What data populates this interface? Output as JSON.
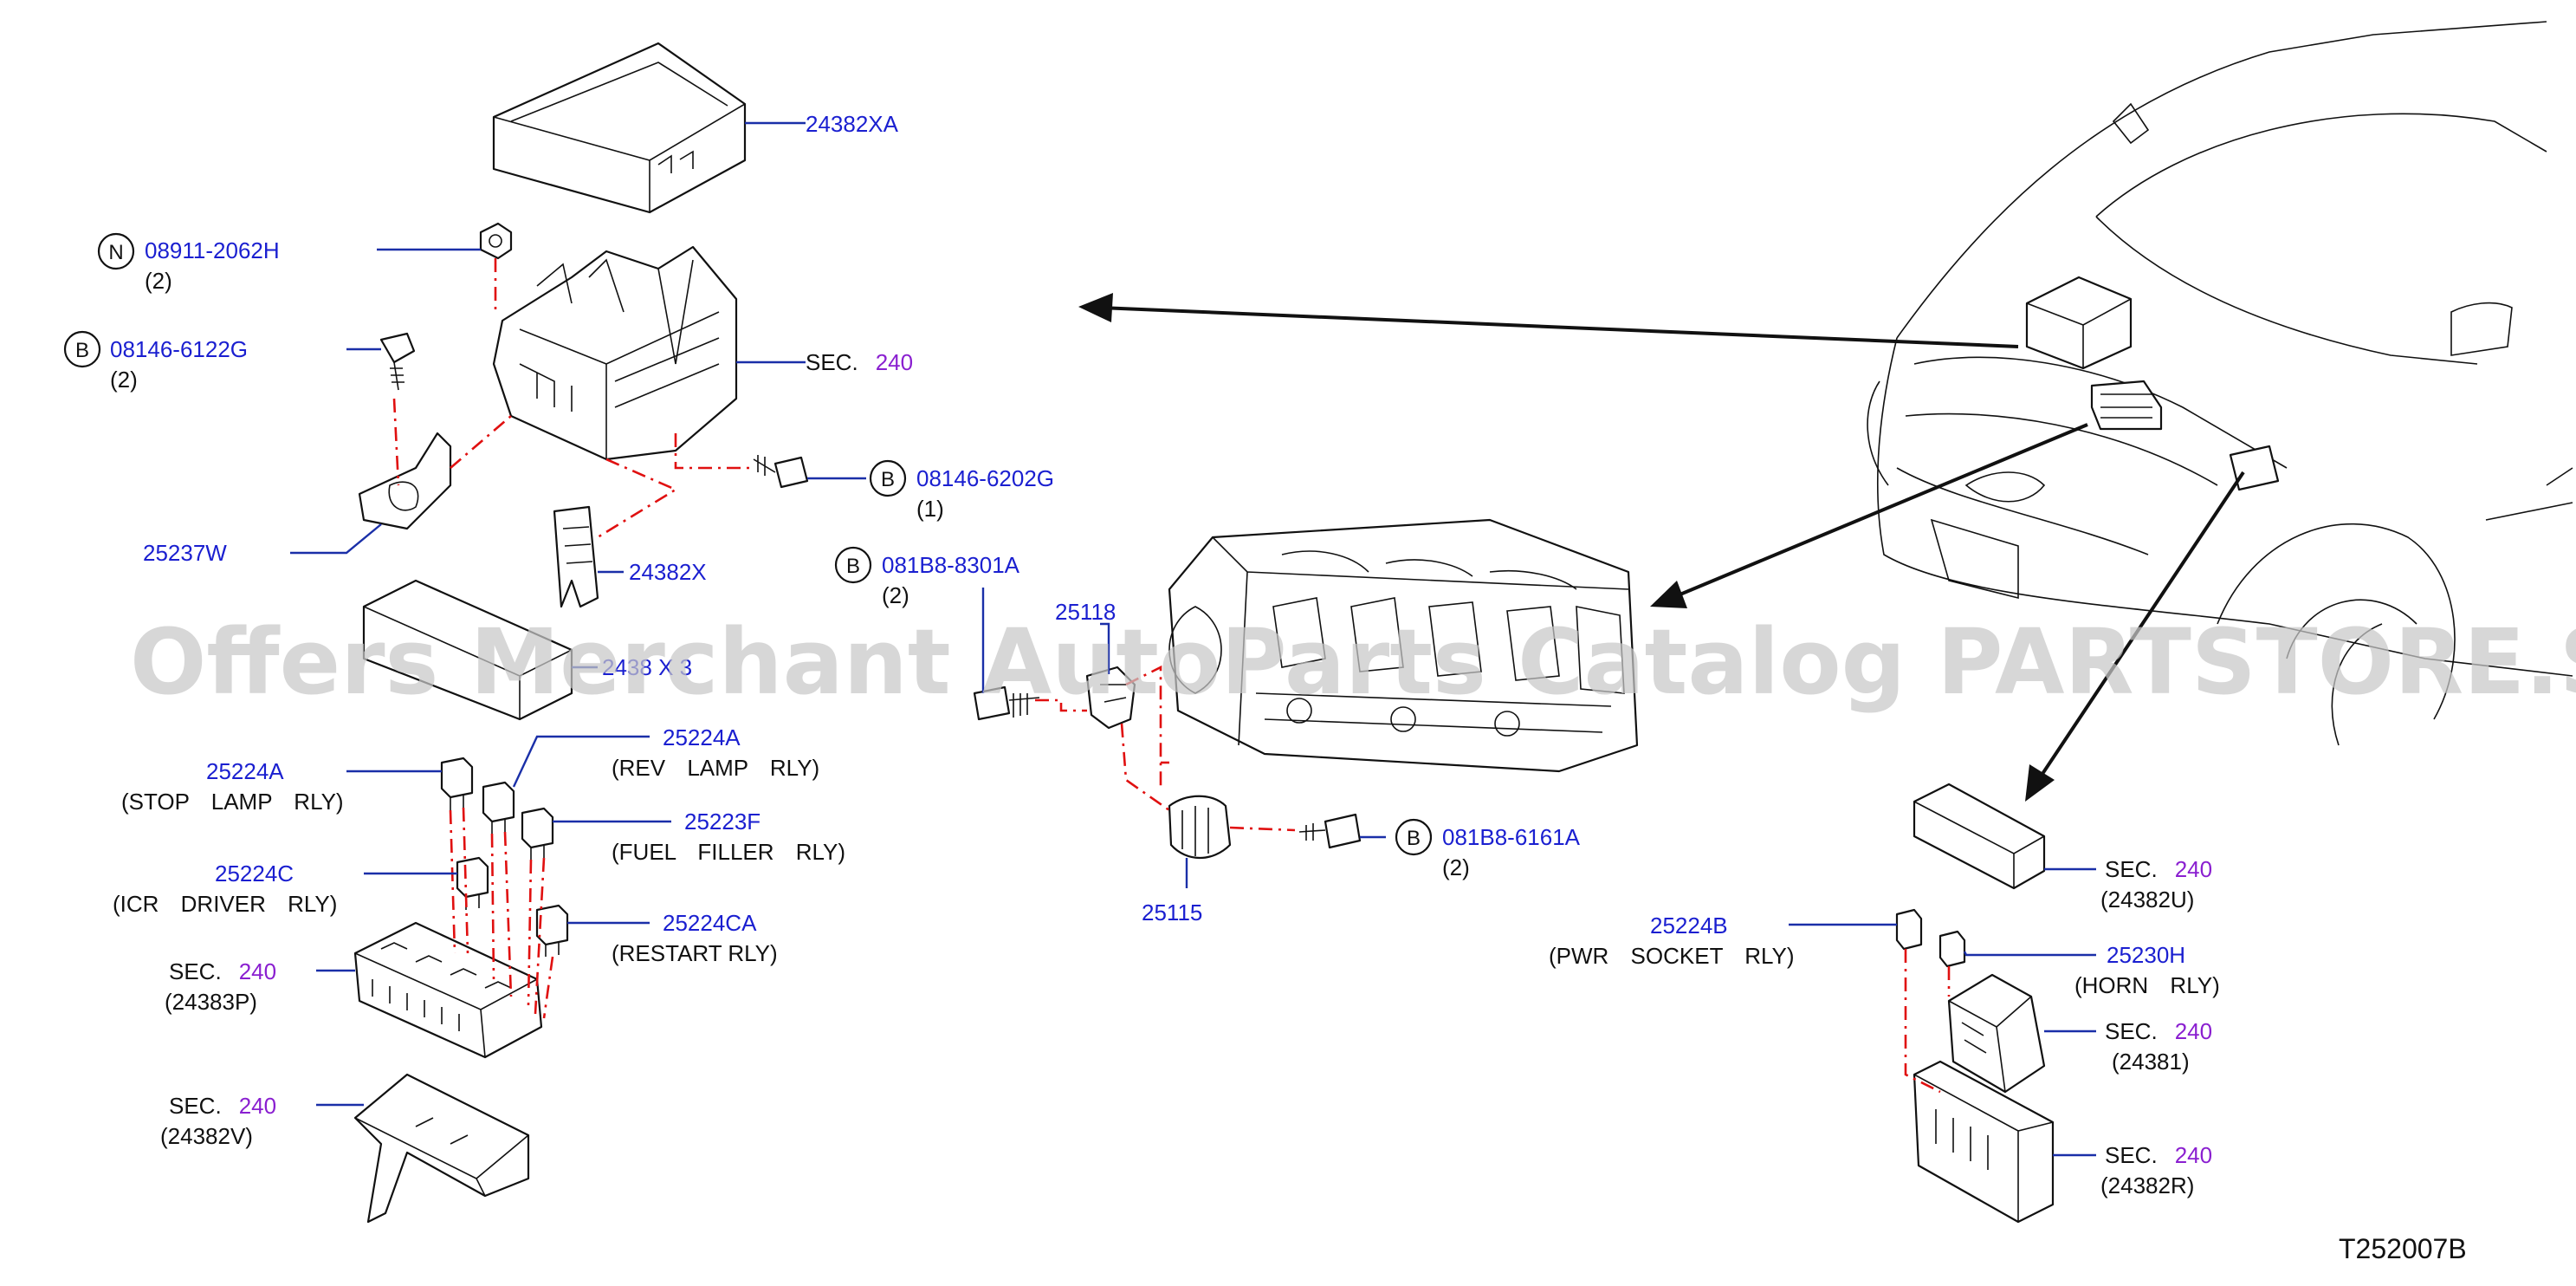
{
  "diagram_code": "T252007B",
  "watermark": "Offers Merchant AutoParts Catalog PARTSTORE.SA",
  "labels": {
    "p24382XA": "24382XA",
    "p08911": "08911-2062H",
    "p08911_qty": "(2)",
    "p08146_6122G": "08146-6122G",
    "p08146_6122G_qty": "(2)",
    "sec_word": "SEC.",
    "sec_num": "240",
    "p08146_6202G": "08146-6202G",
    "p08146_6202G_qty": "(1)",
    "p25237W": "25237W",
    "p24382X": "24382X",
    "p081B8_8301A": "081B8-8301A",
    "p081B8_8301A_qty": "(2)",
    "p25118": "25118",
    "p2438X3": "2438 X 3",
    "p25224A": "25224A",
    "p25224A_rev_desc": "(REV LAMP RLY)",
    "p25224A_stop_desc": "(STOP LAMP RLY)",
    "p25223F": "25223F",
    "p25223F_desc": "(FUEL FILLER RLY)",
    "p25224C": "25224C",
    "p25224C_desc": "(ICR DRIVER RLY)",
    "p25224CA": "25224CA",
    "p25224CA_desc": "(RESTART RLY)",
    "sub_24383P": "(24383P)",
    "sub_24382V": "(24382V)",
    "p081B8_6161A": "081B8-6161A",
    "p081B8_6161A_qty": "(2)",
    "p25115": "25115",
    "sub_24382U": "(24382U)",
    "p25224B": "25224B",
    "p25224B_desc": "(PWR SOCKET RLY)",
    "p25230H": "25230H",
    "p25230H_desc": "(HORN RLY)",
    "sub_24381": "(24381)",
    "sub_24382R": "(24382R)",
    "letter_N": "N",
    "letter_B": "B"
  }
}
